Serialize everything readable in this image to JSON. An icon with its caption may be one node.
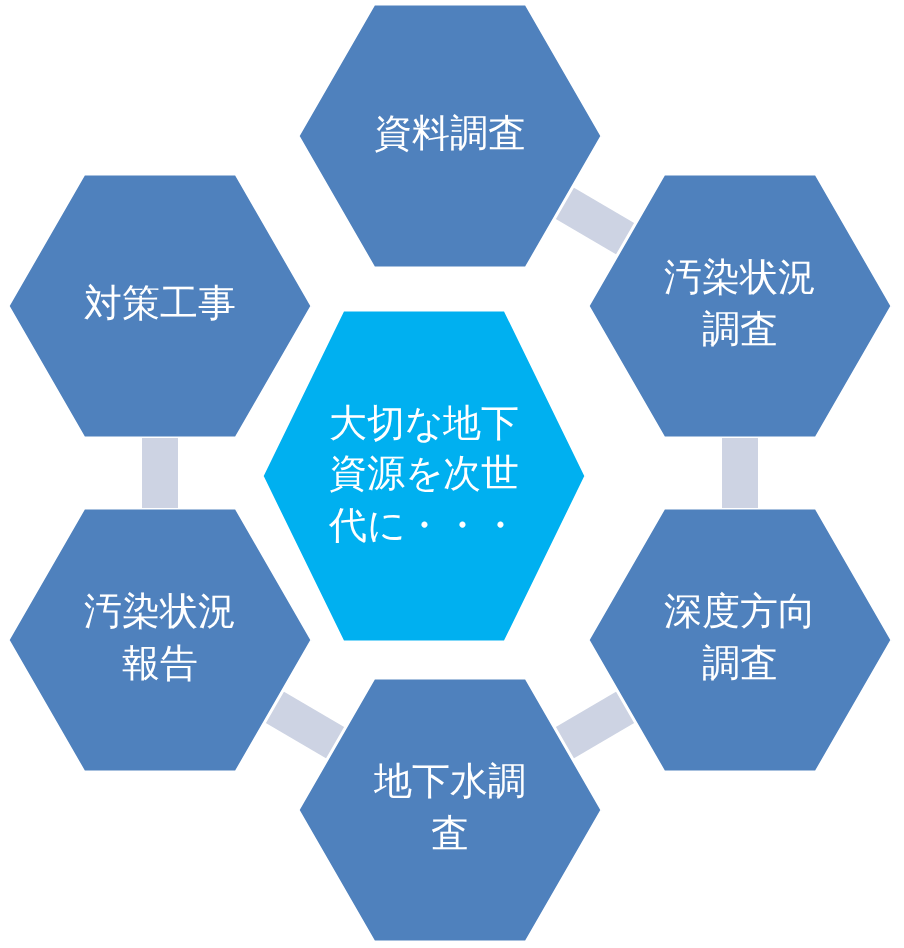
{
  "diagram": {
    "nodes": [
      {
        "text": [
          "資料調査"
        ]
      },
      {
        "text": [
          "汚染状況調査"
        ]
      },
      {
        "text": [
          "深度方向調査"
        ]
      },
      {
        "text": [
          "地下水調査"
        ]
      },
      {
        "text": [
          "汚染状況報告"
        ]
      },
      {
        "text": [
          "対策工事"
        ]
      },
      {
        "text": [
          "大切な地下資源を次世代に・・・"
        ]
      }
    ],
    "edges": [
      {
        "from": 0,
        "to": 1,
        "arrow": "none"
      },
      {
        "from": 1,
        "to": 2,
        "arrow": "none"
      },
      {
        "from": 2,
        "to": 3,
        "arrow": "none"
      },
      {
        "from": 3,
        "to": 4,
        "arrow": "none"
      },
      {
        "from": 4,
        "to": 5,
        "arrow": "none"
      }
    ]
  }
}
